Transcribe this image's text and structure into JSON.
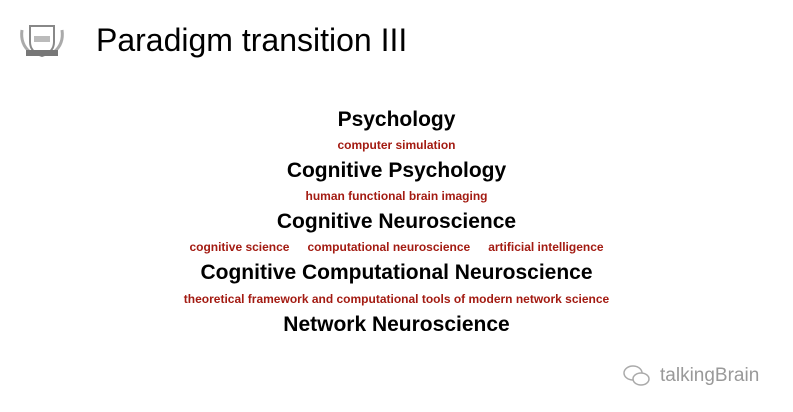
{
  "title": "Paradigm transition III",
  "levels": [
    {
      "label": "Psychology",
      "link": [
        "computer simulation"
      ]
    },
    {
      "label": "Cognitive Psychology",
      "link": [
        "human functional brain imaging"
      ]
    },
    {
      "label": "Cognitive Neuroscience",
      "link": [
        "cognitive science",
        "computational neuroscience",
        "artificial intelligence"
      ]
    },
    {
      "label": "Cognitive Computational Neuroscience",
      "link": [
        "theoretical framework and computational tools of modern network science"
      ]
    },
    {
      "label": "Network Neuroscience"
    }
  ],
  "watermark": "talkingBrain",
  "colors": {
    "accent": "#a31b12"
  }
}
